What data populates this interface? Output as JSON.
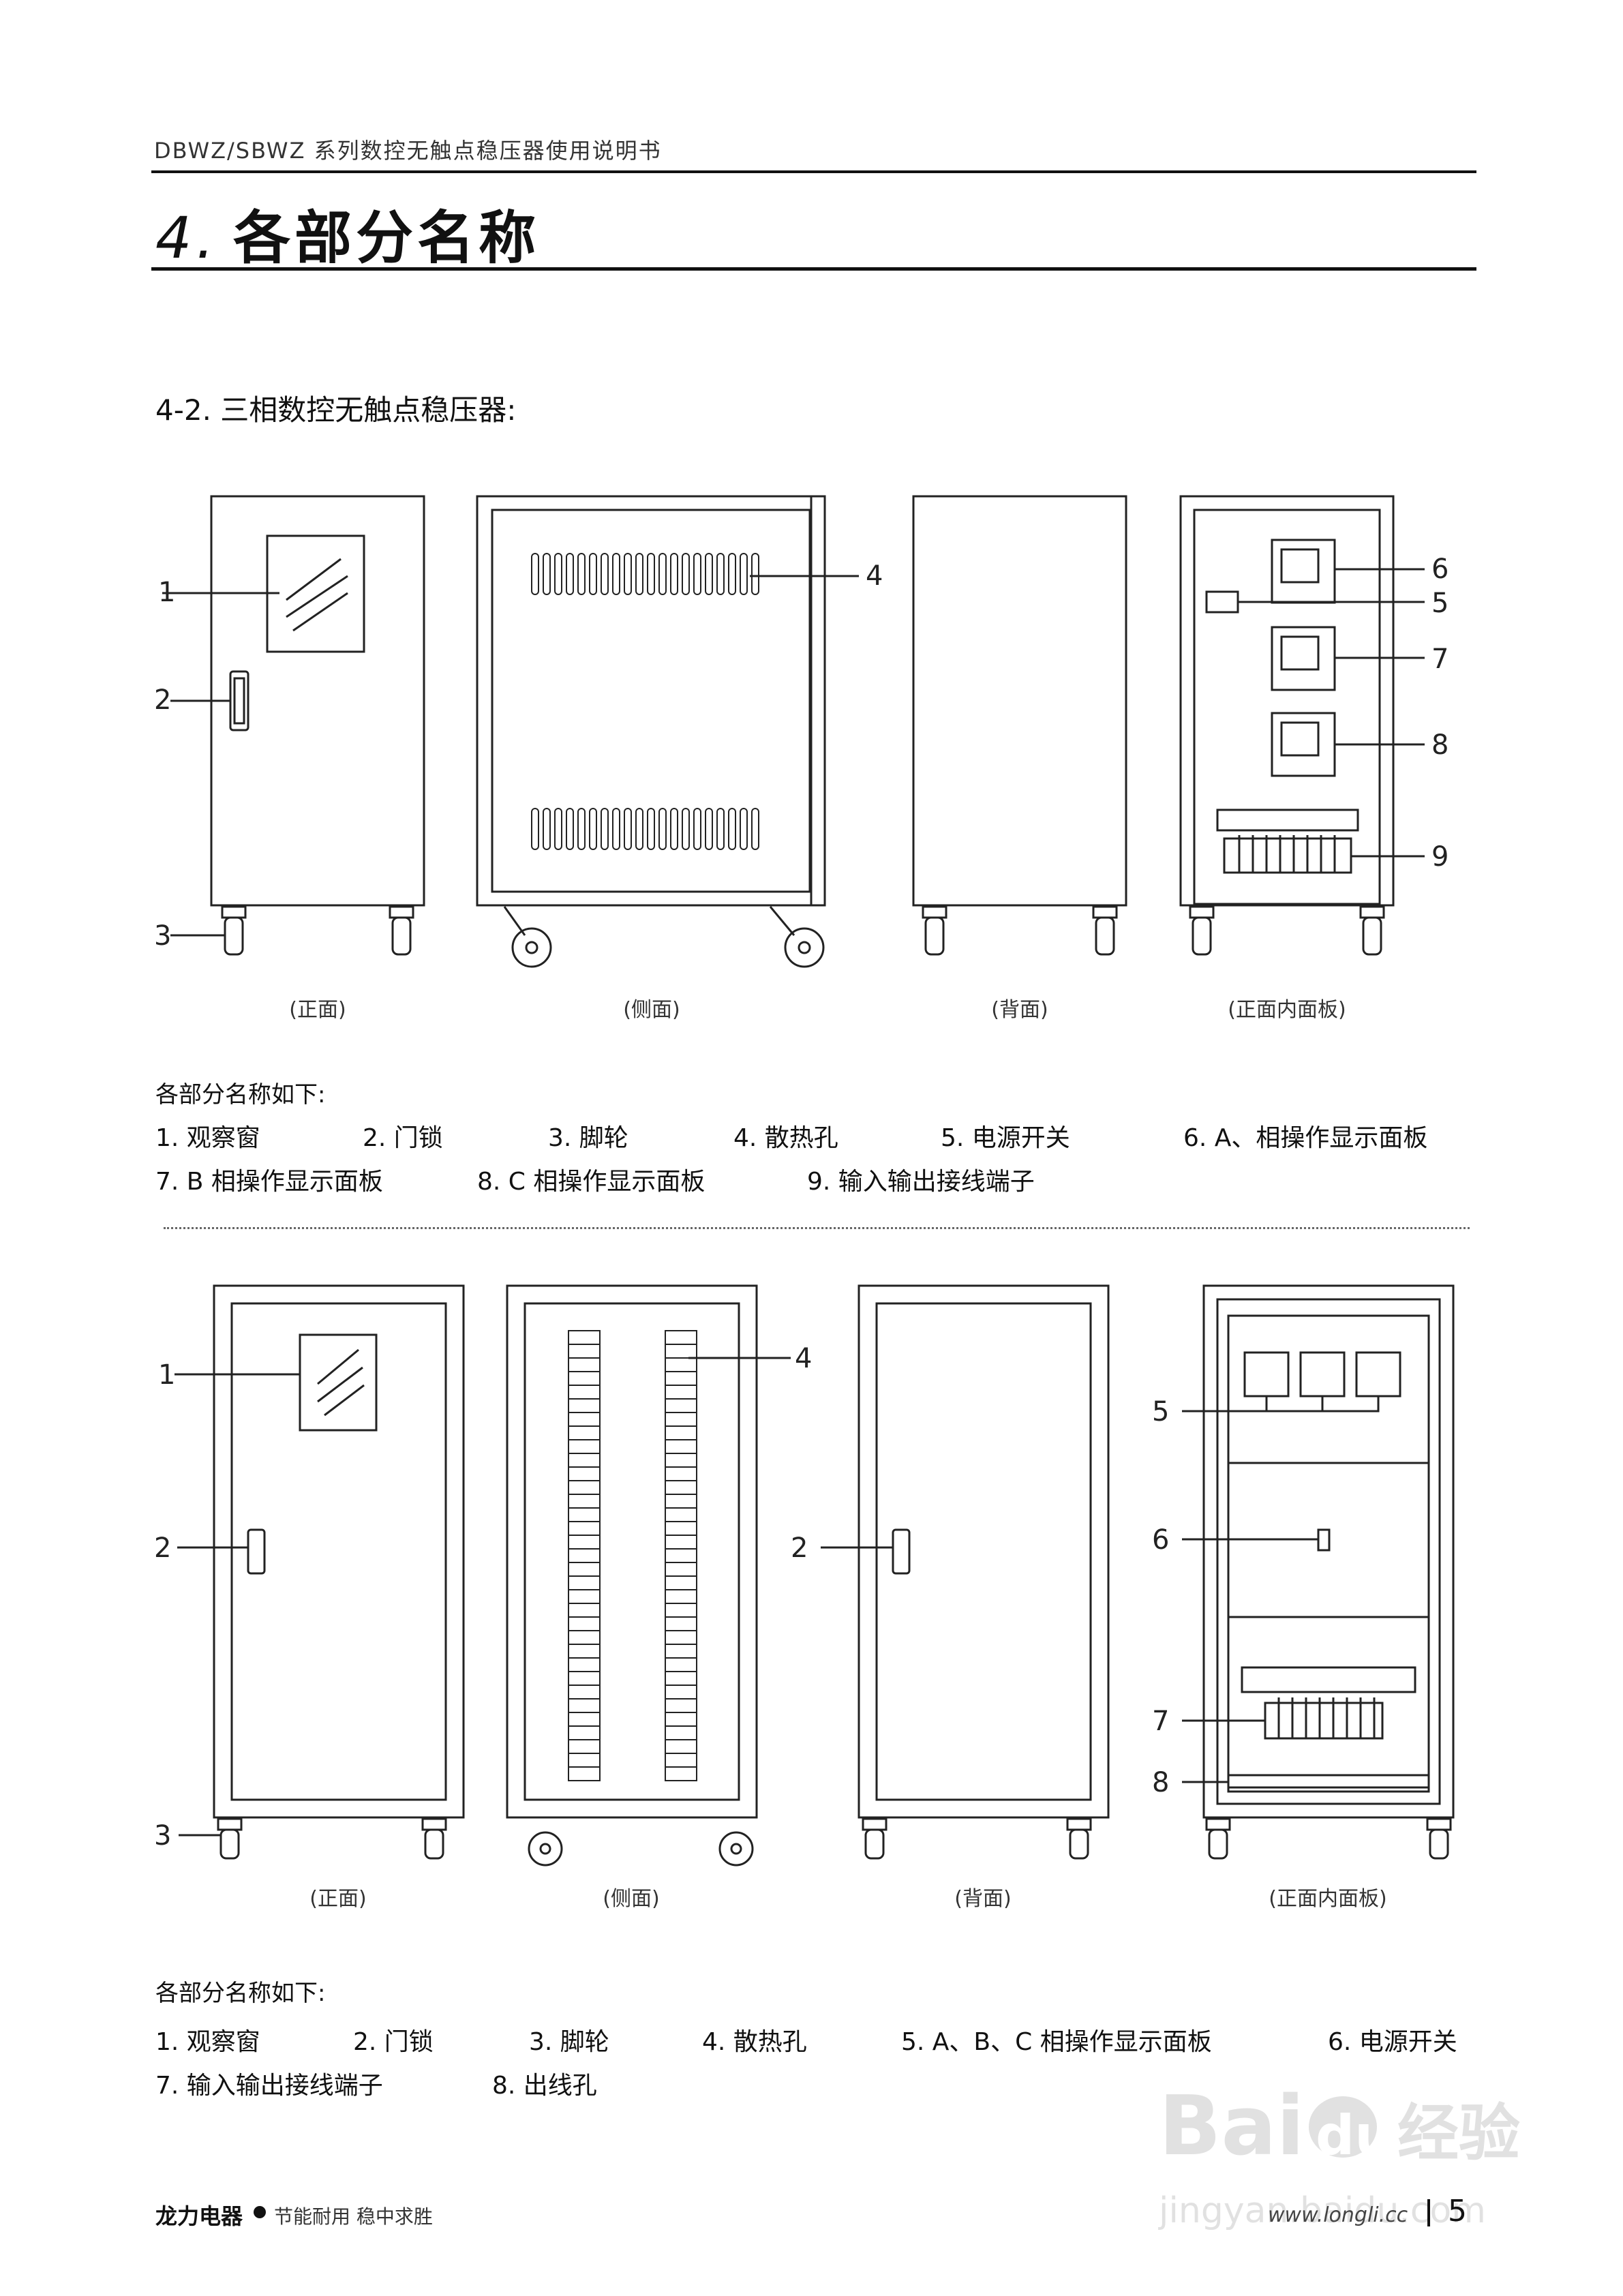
{
  "header": {
    "doc_title": "DBWZ/SBWZ 系列数控无触点稳压器使用说明书"
  },
  "section": {
    "number": "4.",
    "title": "各部分名称"
  },
  "subsection": {
    "title": "4-2. 三相数控无触点稳压器:"
  },
  "figure1": {
    "captions": [
      "(正面)",
      "(侧面)",
      "(背面)",
      "(正面内面板)"
    ],
    "callouts": [
      "1",
      "2",
      "3",
      "4",
      "6",
      "5",
      "7",
      "8",
      "9"
    ]
  },
  "parts1": {
    "intro": "各部分名称如下:",
    "items": [
      "1. 观察窗",
      "2. 门锁",
      "3. 脚轮",
      "4. 散热孔",
      "5. 电源开关",
      "6. A、相操作显示面板",
      "7. B 相操作显示面板",
      "8. C 相操作显示面板",
      "9. 输入输出接线端子"
    ]
  },
  "figure2": {
    "captions": [
      "(正面)",
      "(侧面)",
      "(背面)",
      "(正面内面板)"
    ],
    "callouts": [
      "1",
      "2",
      "3",
      "4",
      "2",
      "5",
      "6",
      "7",
      "8"
    ]
  },
  "parts2": {
    "intro": "各部分名称如下:",
    "items": [
      "1. 观察窗",
      "2. 门锁",
      "3. 脚轮",
      "4. 散热孔",
      "5. A、B、C 相操作显示面板",
      "6. 电源开关",
      "7. 输入输出接线端子",
      "8. 出线孔"
    ]
  },
  "footer": {
    "brand": "龙力电器",
    "slogan": "节能耐用 稳中求胜",
    "url": "www.longli.cc",
    "page_number": "5"
  },
  "watermark": {
    "line1": "Bai",
    "line2": "du",
    "line3": "经验",
    "line4": "jingyan.baidu.com"
  }
}
